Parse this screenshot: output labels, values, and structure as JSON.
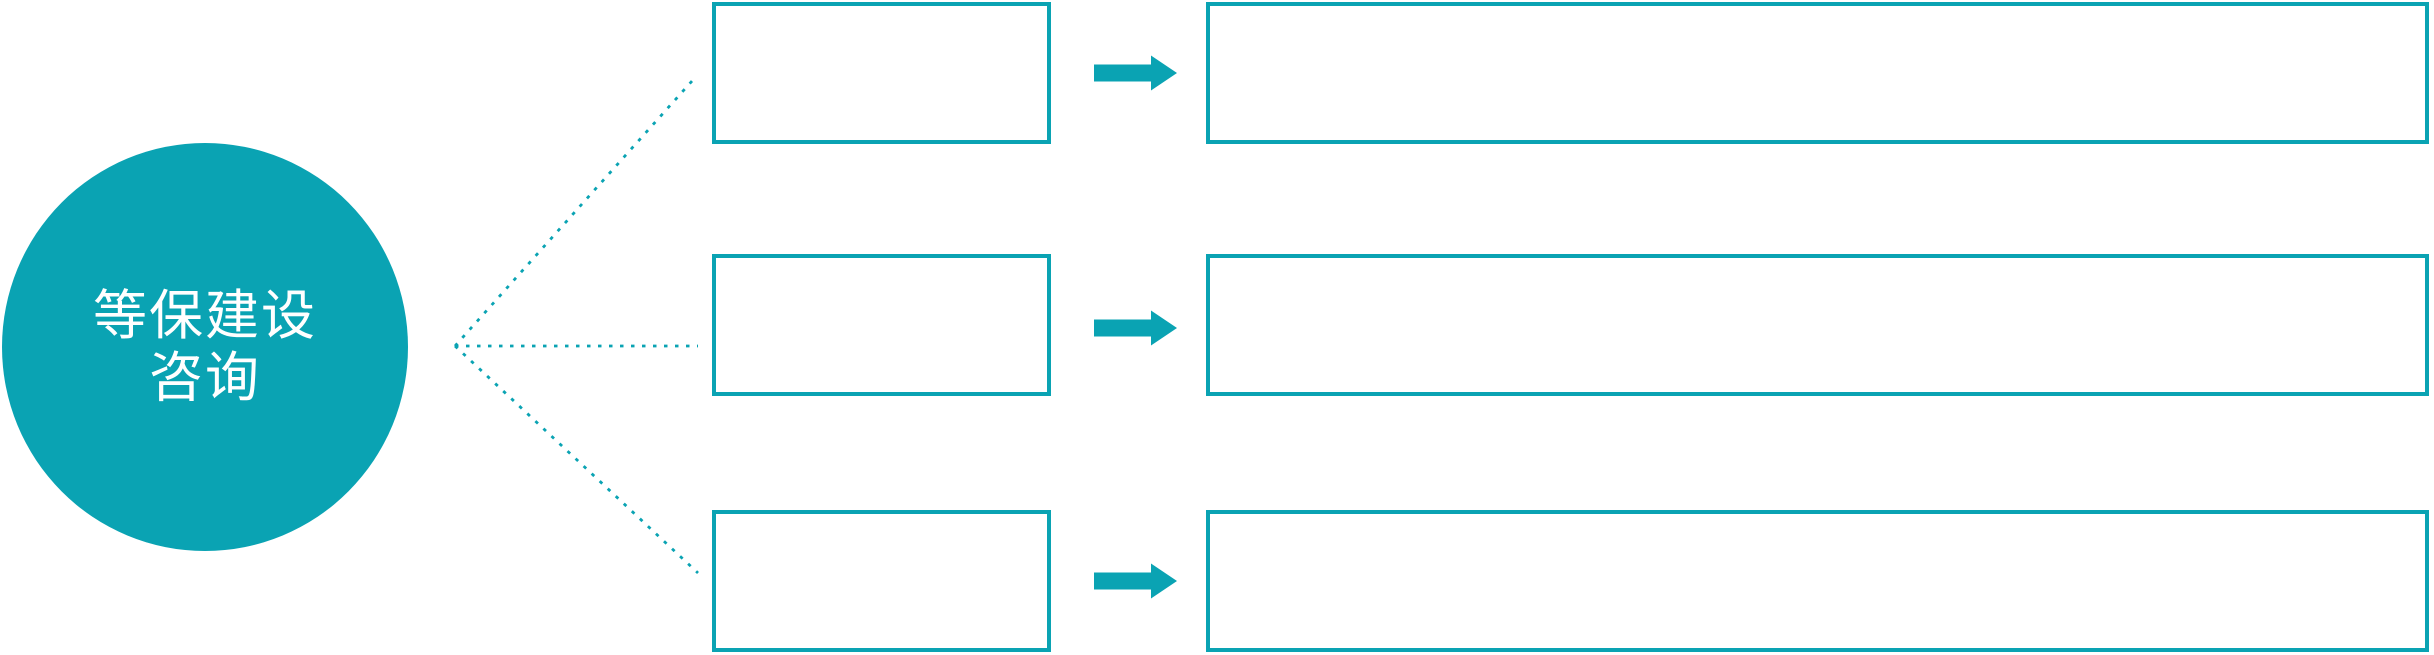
{
  "diagram": {
    "hub": {
      "label_line1": "等保建设",
      "label_line2": "咨询"
    },
    "rows": [
      {
        "step_label": "",
        "detail_label": ""
      },
      {
        "step_label": "",
        "detail_label": ""
      },
      {
        "step_label": "",
        "detail_label": ""
      }
    ],
    "icons": {
      "row_arrow": "right-arrow-icon",
      "connector_style": "dotted-fan-lines"
    },
    "colors": {
      "accent_teal": "#0AA3B3",
      "box_fill": "#FFFFFF",
      "hub_text": "#FFFFFF"
    }
  }
}
